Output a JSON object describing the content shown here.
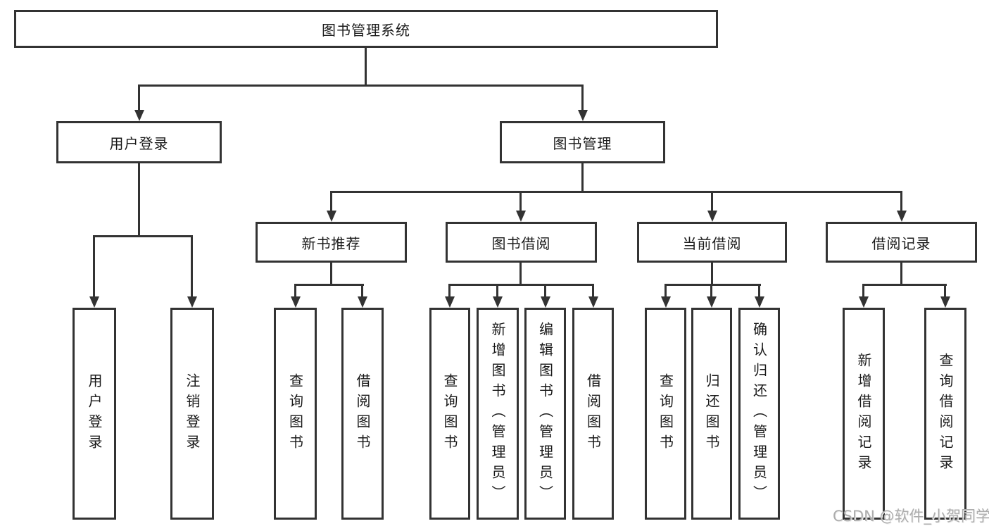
{
  "nodes": {
    "root": "图书管理系统",
    "user_login": "用户登录",
    "book_mgmt": "图书管理",
    "new_book": "新书推荐",
    "book_borrow": "图书借阅",
    "current_borrow": "当前借阅",
    "borrow_records": "借阅记录",
    "leaf_user_login": "用户登录",
    "leaf_logout": "注销登录",
    "leaf_nb_query_books": "查询图书",
    "leaf_nb_borrow_books": "借阅图书",
    "leaf_bb_query_books": "查询图书",
    "leaf_bb_add_books_admin": "新增图书（管理员）",
    "leaf_bb_edit_books_admin": "编辑图书（管理员）",
    "leaf_bb_borrow_books": "借阅图书",
    "leaf_cb_query_books": "查询图书",
    "leaf_cb_return_books": "归还图书",
    "leaf_cb_confirm_return_admin": "确认归还（管理员）",
    "leaf_br_add_record": "新增借阅记录",
    "leaf_br_query_record": "查询借阅记录"
  },
  "watermark": "CSDN @软件_小贺同学",
  "colors": {
    "line": "#333333",
    "text": "#1a1a1a",
    "watermark": "#adadad"
  }
}
